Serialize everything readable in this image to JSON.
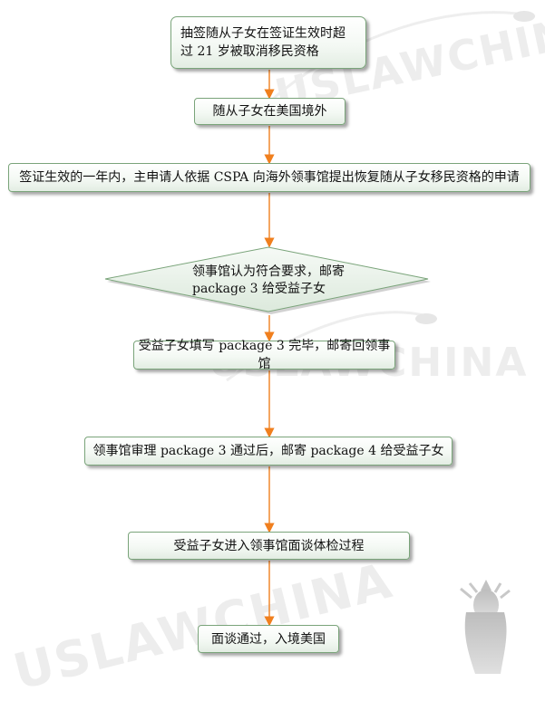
{
  "flow": {
    "step1": {
      "line1": "抽签随从子女在签证生效时超",
      "line2": "过 21 岁被取消移民资格"
    },
    "step2": "随从子女在美国境外",
    "step3": "签证生效的一年内，主申请人依据 CSPA 向海外领事馆提出恢复随从子女移民资格的申请",
    "decision": {
      "line1": "领事馆认为符合要求，邮寄",
      "line2": "package 3 给受益子女"
    },
    "step5": "受益子女填写 package 3 完毕，邮寄回领事馆",
    "step6": "领事馆审理 package 3 通过后，邮寄 package 4 给受益子女",
    "step7": "受益子女进入领事馆面谈体检过程",
    "step8": "面谈通过，入境美国"
  },
  "watermark": {
    "top": "USLAWCHINA",
    "middle": "USLAWCHINA",
    "bottom": "USLAWCHINA"
  },
  "colors": {
    "arrow": "#f07f1e",
    "box_border": "#7aa47a",
    "diamond_fill": "#eaf3ea",
    "watermark": "#ededed"
  }
}
